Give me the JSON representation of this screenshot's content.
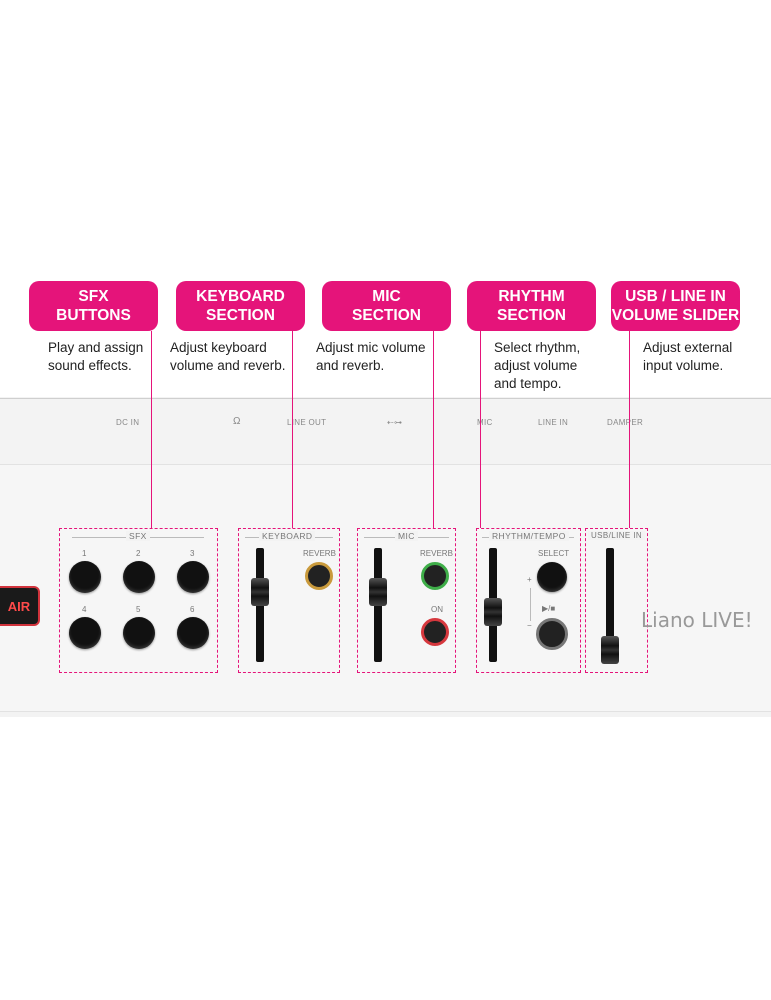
{
  "callouts": [
    {
      "title_line1": "SFX",
      "title_line2": "BUTTONS",
      "desc_line1": "Play and assign",
      "desc_line2": "sound effects.",
      "desc_line3": ""
    },
    {
      "title_line1": "KEYBOARD",
      "title_line2": "SECTION",
      "desc_line1": "Adjust keyboard",
      "desc_line2": "volume and reverb.",
      "desc_line3": ""
    },
    {
      "title_line1": "MIC",
      "title_line2": "SECTION",
      "desc_line1": "Adjust mic volume",
      "desc_line2": "and reverb.",
      "desc_line3": ""
    },
    {
      "title_line1": "RHYTHM",
      "title_line2": "SECTION",
      "desc_line1": "Select rhythm,",
      "desc_line2": "adjust volume",
      "desc_line3": "and tempo."
    },
    {
      "title_line1": "USB / LINE IN",
      "title_line2": "VOLUME SLIDER",
      "desc_line1": "Adjust external",
      "desc_line2": "input volume.",
      "desc_line3": ""
    }
  ],
  "ports": {
    "dc_in": "DC IN",
    "headphone": "Ω",
    "line_out": "LINE OUT",
    "usb": "⇠⊶",
    "mic": "MIC",
    "line_in": "LINE IN",
    "damper": "DAMPER"
  },
  "sections": {
    "sfx": {
      "title": "SFX",
      "buttons": [
        "1",
        "2",
        "3",
        "4",
        "5",
        "6"
      ]
    },
    "keyboard": {
      "title": "KEYBOARD",
      "reverb_label": "REVERB"
    },
    "mic": {
      "title": "MIC",
      "reverb_label": "REVERB",
      "on_label": "ON"
    },
    "rhythm": {
      "title": "RHYTHM/TEMPO",
      "select_label": "SELECT",
      "play_stop_label": "▶/■",
      "plus": "+",
      "minus": "−"
    },
    "usb": {
      "title": "USB/LINE IN"
    }
  },
  "side_button": {
    "label": "AIR"
  },
  "logo": {
    "text": "Liano LIVE!"
  },
  "colors": {
    "accent": "#e5147a",
    "mic_reverb_ring": "#3fae49",
    "mic_on_ring": "#d6383e",
    "keyboard_reverb_ring": "#c99a3c",
    "air_text": "#ff4a4a"
  }
}
